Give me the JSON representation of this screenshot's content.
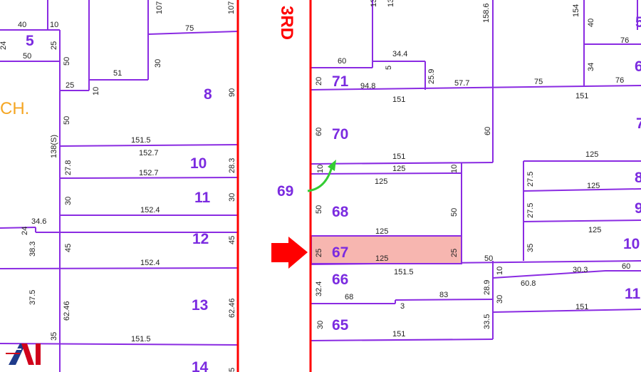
{
  "map": {
    "street_label": "3RD",
    "partial_label": "CH.",
    "highlighted_lot": "67",
    "colors": {
      "lot_lines": "#8a2be2",
      "road_lines": "#ff0000",
      "lot_numbers": "#7b2be0",
      "highlight_fill": "#f7b6b0",
      "arrow": "#ff0000",
      "curved_arrow": "#33cc33",
      "partial_label": "#f5a623"
    },
    "icons": {
      "pointer": "red-arrow-icon",
      "curved": "green-curved-arrow-icon",
      "logo": "ai-logo-icon"
    },
    "lots": [
      "5",
      "8",
      "10",
      "11",
      "12",
      "13",
      "14",
      "71",
      "70",
      "69",
      "68",
      "67",
      "66",
      "65",
      "5",
      "6",
      "7",
      "8",
      "9",
      "10",
      "11"
    ],
    "dimensions": [
      "40",
      "10",
      "24",
      "50",
      "25",
      "50",
      "25",
      "51",
      "10",
      "75",
      "30",
      "107",
      "107",
      "90",
      "50",
      "138(S)",
      "151.5",
      "152.7",
      "27.8",
      "152.7",
      "28.3",
      "30",
      "152.4",
      "30",
      "34.6",
      "24",
      "38.3",
      "45",
      "152.4",
      "45",
      "37.5",
      "62.46",
      "62.46",
      "35",
      "151.5",
      "5",
      "13",
      "13",
      "60",
      "34.4",
      "5",
      "25.9",
      "158.6",
      "20",
      "94.8",
      "57.7",
      "151",
      "60",
      "60",
      "151",
      "10",
      "125",
      "10",
      "125",
      "50",
      "50",
      "125",
      "25",
      "125",
      "25",
      "50",
      "151.5",
      "10",
      "32.4",
      "68",
      "83",
      "3",
      "28.9",
      "30",
      "30",
      "151",
      "33.5",
      "154",
      "40",
      "76",
      "34",
      "76",
      "75",
      "151",
      "125",
      "27.5",
      "125",
      "27.5",
      "125",
      "35",
      "30.3",
      "60",
      "60.8",
      "151"
    ]
  }
}
